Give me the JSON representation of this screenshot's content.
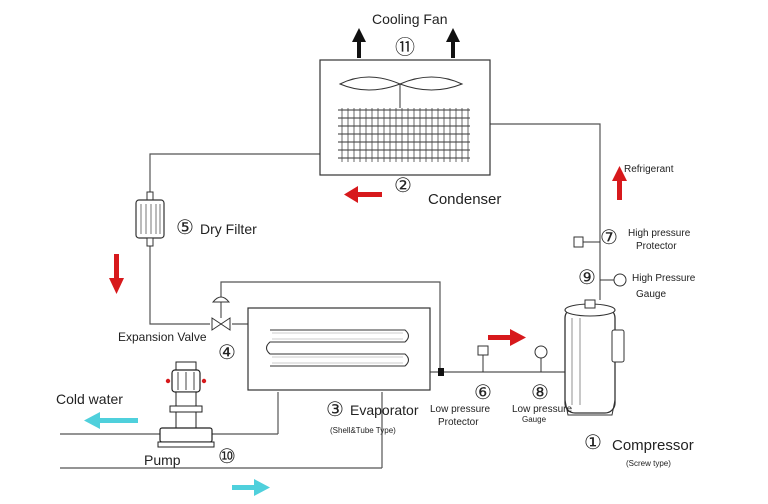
{
  "diagram": {
    "cooling_fan": {
      "label": "Cooling Fan",
      "num": "⑪"
    },
    "condenser": {
      "label": "Condenser",
      "num": "②"
    },
    "refrigerant": {
      "label": "Refrigerant"
    },
    "dry_filter": {
      "label": "Dry Filter",
      "num": "⑤"
    },
    "high_pressure_protector": {
      "label_line1": "High pressure",
      "label_line2": "Protector",
      "num": "⑦"
    },
    "high_pressure_gauge": {
      "label_line1": "High Pressure",
      "label_line2": "Gauge",
      "num": "⑨"
    },
    "expansion_valve": {
      "label": "Expansion Valve",
      "num": "④"
    },
    "evaporator": {
      "label": "Evaporator",
      "sub": "(Shell&Tube Type)",
      "num": "③"
    },
    "low_pressure_protector": {
      "label_line1": "Low pressure",
      "label_line2": "Protector",
      "num": "⑥"
    },
    "low_pressure_gauge": {
      "label_line1": "Low pressure",
      "label_line2": "Gauge",
      "num": "⑧"
    },
    "compressor": {
      "label": "Compressor",
      "sub": "(Screw type)",
      "num": "①"
    },
    "cold_water": {
      "label": "Cold water"
    },
    "pump": {
      "label": "Pump",
      "num": "⑩"
    }
  },
  "colors": {
    "flow_red": "#d7191c",
    "water_cyan": "#4fd0dc",
    "line": "#555555",
    "ink": "#111111"
  }
}
